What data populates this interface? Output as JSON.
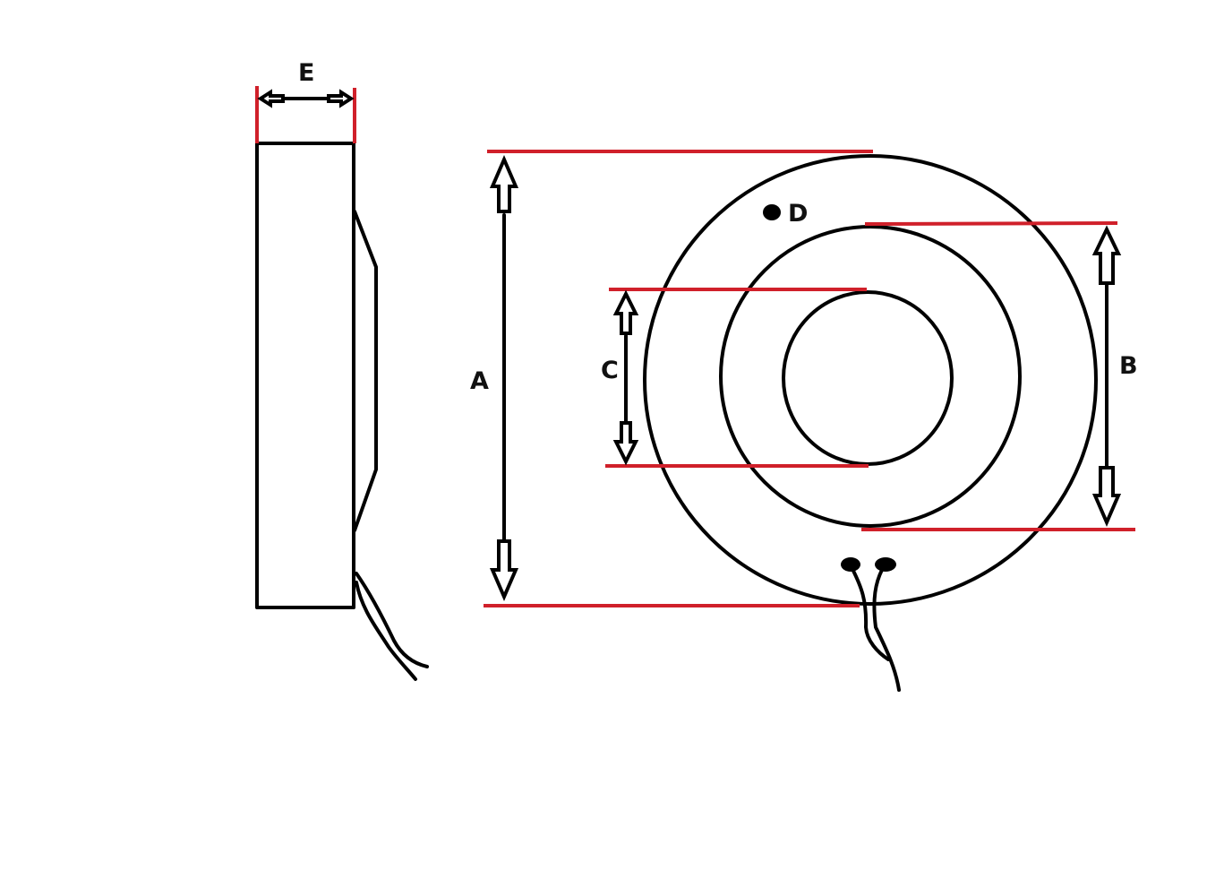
{
  "diagram": {
    "type": "technical-dimension-drawing",
    "subject": "ring coil / toroidal part with lead wires",
    "colors": {
      "outline": "#000000",
      "dimension_extension_lines": "#d0202a",
      "background": "#ffffff"
    },
    "views": [
      {
        "name": "side-view",
        "description": "rectangular profile with tapered boss on right side and two lead wires"
      },
      {
        "name": "front-view",
        "description": "three concentric circles with hole marker D and two lead wires at bottom"
      }
    ],
    "dimensions": {
      "A": {
        "label": "A",
        "meaning": "outer diameter"
      },
      "B": {
        "label": "B",
        "meaning": "middle circle diameter"
      },
      "C": {
        "label": "C",
        "meaning": "inner hole diameter"
      },
      "D": {
        "label": "D",
        "meaning": "dot / hole marker"
      },
      "E": {
        "label": "E",
        "meaning": "thickness"
      }
    }
  }
}
